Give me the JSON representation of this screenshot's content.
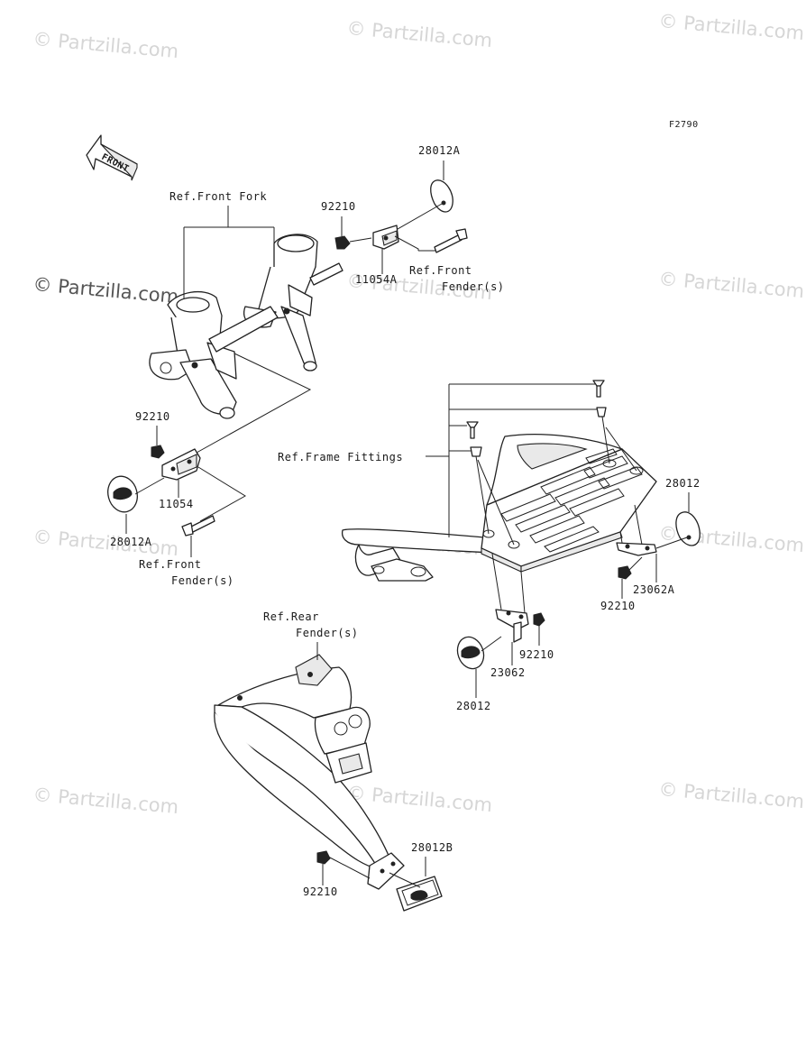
{
  "figure_code": "F2790",
  "front_arrow": "FRONT",
  "watermark": "© Partzilla.com",
  "labels": {
    "ref_front_fork": "Ref.Front Fork",
    "p_28012A_top": "28012A",
    "p_92210_top": "92210",
    "p_11054A": "11054A",
    "ref_front_fender_top_1": "Ref.Front",
    "ref_front_fender_top_2": "Fender(s)",
    "p_92210_left": "92210",
    "p_11054": "11054",
    "p_28012A_left": "28012A",
    "ref_front_fender_left_1": "Ref.Front",
    "ref_front_fender_left_2": "Fender(s)",
    "ref_frame_fittings": "Ref.Frame Fittings",
    "p_28012_right": "28012",
    "p_23062A": "23062A",
    "p_92210_right": "92210",
    "p_92210_mid": "92210",
    "p_23062": "23062",
    "p_28012_mid": "28012",
    "ref_rear_fender_1": "Ref.Rear",
    "ref_rear_fender_2": "Fender(s)",
    "p_28012B": "28012B",
    "p_92210_bottom": "92210"
  }
}
